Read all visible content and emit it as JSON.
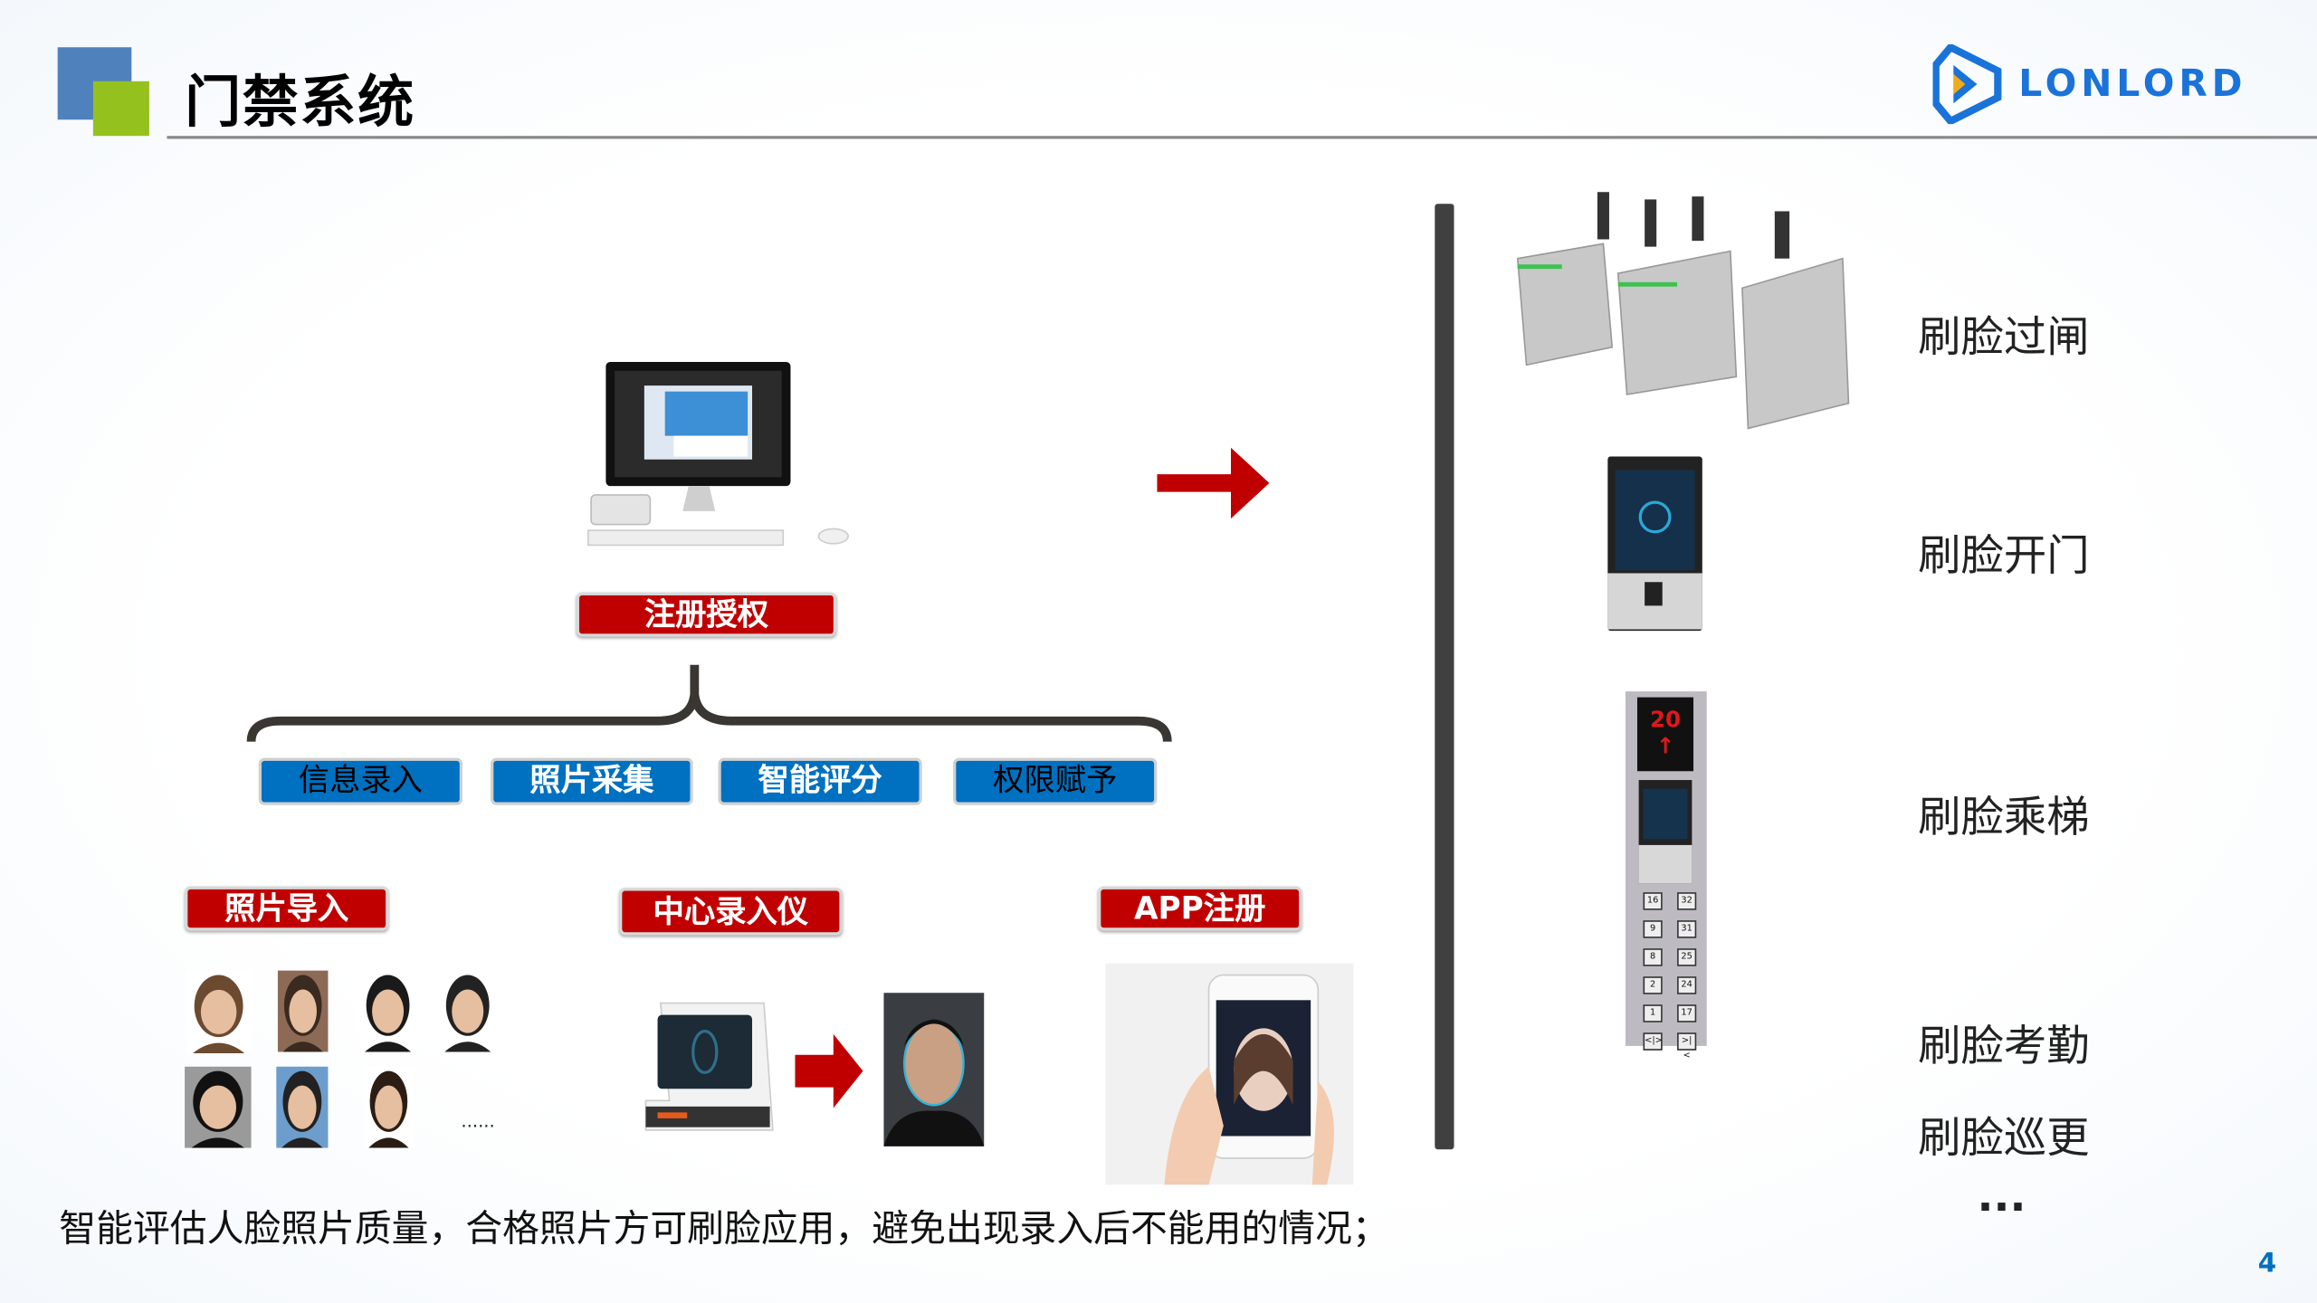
{
  "header": {
    "title": "门禁系统",
    "logo_text": "LONLORD"
  },
  "flow": {
    "register_label": "注册授权",
    "steps": [
      {
        "label": "信息录入",
        "text_color": "#000000"
      },
      {
        "label": "照片采集",
        "text_color": "#ffffff"
      },
      {
        "label": "智能评分",
        "text_color": "#ffffff"
      },
      {
        "label": "权限赋予",
        "text_color": "#000000"
      }
    ],
    "methods": [
      {
        "label": "照片导入"
      },
      {
        "label": "中心录入仪"
      },
      {
        "label": "APP注册"
      }
    ],
    "photo_ellipsis": "......"
  },
  "elevator": {
    "floor": "20",
    "buttons": [
      "16",
      "32",
      "9",
      "31",
      "8",
      "25",
      "2",
      "24",
      "1",
      "17",
      "<|>",
      ">|<"
    ]
  },
  "applications": [
    "刷脸过闸",
    "刷脸开门",
    "刷脸乘梯",
    "刷脸考勤",
    "刷脸巡更",
    "···"
  ],
  "footer": {
    "note": "智能评估人脸照片质量，合格照片方可刷脸应用，避免出现录入后不能用的情况；",
    "page_number": "4"
  },
  "colors": {
    "accent_red": "#c00000",
    "accent_blue": "#0070c0",
    "logo_blue": "#1a73d9",
    "square_blue": "#4f81bd",
    "square_green": "#95c11f"
  }
}
